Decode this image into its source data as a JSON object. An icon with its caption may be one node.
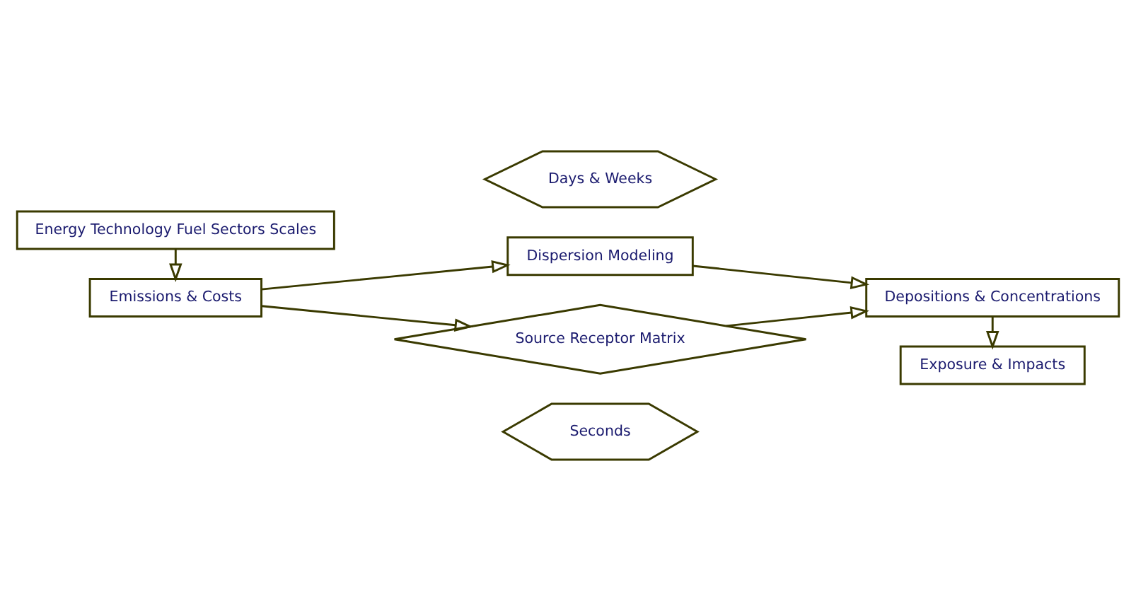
{
  "diagram": {
    "nodes": [
      {
        "text": [
          "Days & Weeks"
        ]
      },
      {
        "text": [
          "Emissions & Costs"
        ]
      },
      {
        "text": [
          "Dispersion Modeling"
        ]
      },
      {
        "text": [
          "Depositions & Concentrations"
        ]
      },
      {
        "text": [
          "Source Receptor Matrix"
        ]
      },
      {
        "text": [
          "Energy Technology Fuel Sectors Scales"
        ]
      },
      {
        "text": [
          "Seconds"
        ]
      },
      {
        "text": [
          "Exposure & Impacts"
        ]
      }
    ],
    "edges": [
      {
        "from": 5,
        "to": 1,
        "arrow": "to"
      },
      {
        "from": 1,
        "to": 2,
        "arrow": "to"
      },
      {
        "from": 1,
        "to": 4,
        "arrow": "to"
      },
      {
        "from": 2,
        "to": 3,
        "arrow": "to"
      },
      {
        "from": 4,
        "to": 3,
        "arrow": "to"
      },
      {
        "from": 3,
        "to": 7,
        "arrow": "to"
      }
    ]
  }
}
